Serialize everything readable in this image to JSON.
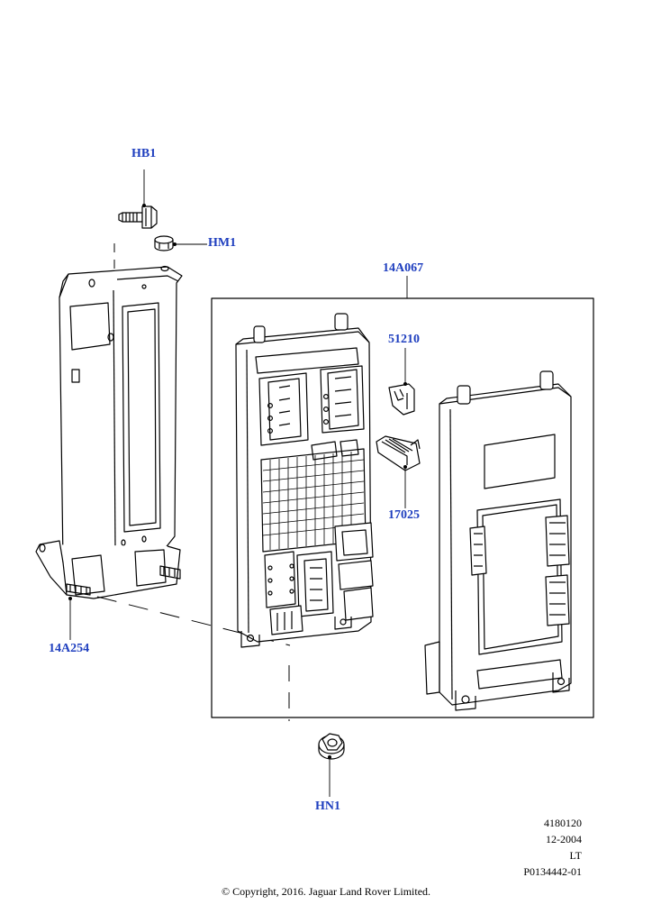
{
  "callouts": {
    "hb1": "HB1",
    "hm1": "HM1",
    "c14a067": "14A067",
    "c51210": "51210",
    "c17025": "17025",
    "c14a254": "14A254",
    "hn1": "HN1"
  },
  "meta": {
    "code": "4180120",
    "date": "12-2004",
    "variant": "LT",
    "part": "P0134442-01"
  },
  "copyright": "© Copyright, 2016. Jaguar Land Rover Limited.",
  "colors": {
    "callout": "#1f3fbf",
    "line": "#000000"
  }
}
